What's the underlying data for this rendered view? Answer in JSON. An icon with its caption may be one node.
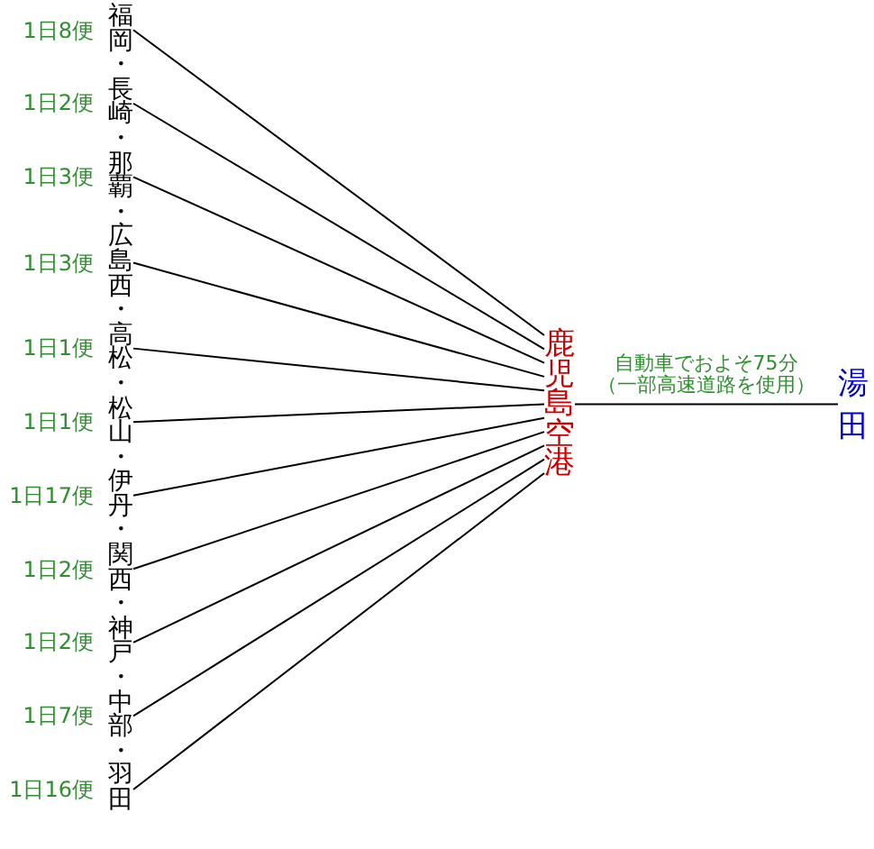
{
  "diagram": {
    "nodes": [
      {
        "text": [
          "福岡"
        ],
        "beside": [
          "1日8便"
        ]
      },
      {
        "text": [
          "長崎"
        ],
        "beside": [
          "1日2便"
        ]
      },
      {
        "text": [
          "那覇"
        ],
        "beside": [
          "1日3便"
        ]
      },
      {
        "text": [
          "広島西"
        ],
        "beside": [
          "1日3便"
        ]
      },
      {
        "text": [
          "高松"
        ],
        "beside": [
          "1日1便"
        ]
      },
      {
        "text": [
          "松山"
        ],
        "beside": [
          "1日1便"
        ]
      },
      {
        "text": [
          "伊丹"
        ],
        "beside": [
          "1日17便"
        ]
      },
      {
        "text": [
          "関西"
        ],
        "beside": [
          "1日2便"
        ]
      },
      {
        "text": [
          "神戸"
        ],
        "beside": [
          "1日2便"
        ]
      },
      {
        "text": [
          "中部"
        ],
        "beside": [
          "1日7便"
        ]
      },
      {
        "text": [
          "羽田"
        ],
        "beside": [
          "1日16便"
        ]
      },
      {
        "text": [
          "鹿児島空港"
        ]
      },
      {
        "text": [
          "湯田"
        ]
      }
    ],
    "edges": [
      {
        "from": 0,
        "to": 11,
        "arrow": "none"
      },
      {
        "from": 1,
        "to": 11,
        "arrow": "none"
      },
      {
        "from": 2,
        "to": 11,
        "arrow": "none"
      },
      {
        "from": 3,
        "to": 11,
        "arrow": "none"
      },
      {
        "from": 4,
        "to": 11,
        "arrow": "none"
      },
      {
        "from": 5,
        "to": 11,
        "arrow": "none"
      },
      {
        "from": 6,
        "to": 11,
        "arrow": "none"
      },
      {
        "from": 7,
        "to": 11,
        "arrow": "none"
      },
      {
        "from": 8,
        "to": 11,
        "arrow": "none"
      },
      {
        "from": 9,
        "to": 11,
        "arrow": "none"
      },
      {
        "from": 10,
        "to": 11,
        "arrow": "none"
      },
      {
        "from": 11,
        "to": 12,
        "arrow": "none",
        "label": "自動車でおよそ75分（一部高速道路を使用）"
      }
    ],
    "labels": [
      "・",
      "・",
      "・",
      "・",
      "・",
      "・",
      "・",
      "・",
      "・",
      "・"
    ]
  }
}
